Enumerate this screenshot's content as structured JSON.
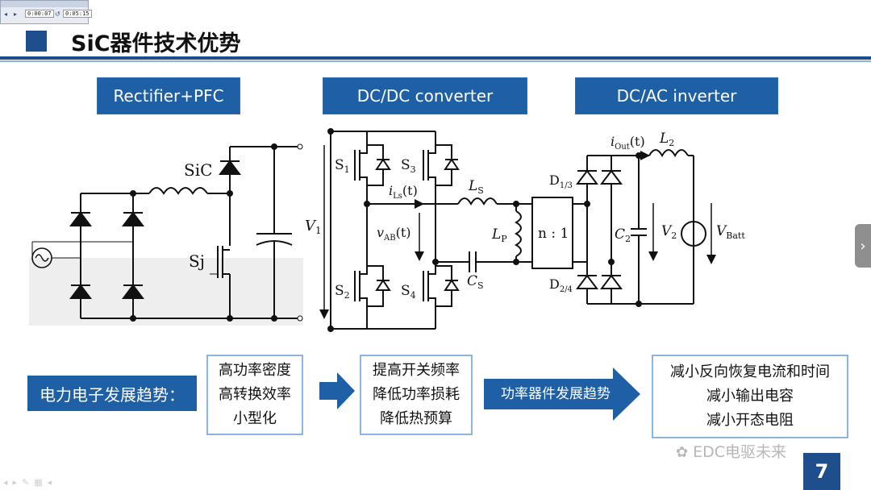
{
  "player": {
    "time_current": "0:00:07",
    "time_total": "0:05:15"
  },
  "slide": {
    "title": "SiC器件技术优势",
    "headers": {
      "rectifier": "Rectifier+PFC",
      "dcdc": "DC/DC converter",
      "dcac": "DC/AC  inverter"
    },
    "circuit_labels": {
      "sic": "SiC",
      "sj": "Sj",
      "v1": "V",
      "v1_sub": "1",
      "s1": "S",
      "s1_sub": "1",
      "s2": "S",
      "s2_sub": "2",
      "s3": "S",
      "s3_sub": "3",
      "s4": "S",
      "s4_sub": "4",
      "ils": "i",
      "ils_sub": "Ls",
      "ils_t": "(t)",
      "vab": "v",
      "vab_sub": "AB",
      "vab_t": "(t)",
      "ls": "L",
      "ls_sub": "S",
      "lp": "L",
      "lp_sub": "P",
      "cs": "C",
      "cs_sub": "S",
      "ratio": "n : 1",
      "d13": "D",
      "d13_sub": "1/3",
      "d24": "D",
      "d24_sub": "2/4",
      "iout": "i",
      "iout_sub": "Out",
      "iout_t": "(t)",
      "l2": "L",
      "l2_sub": "2",
      "c2": "C",
      "c2_sub": "2",
      "v2": "V",
      "v2_sub": "2",
      "vbatt": "V",
      "vbatt_sub": "Batt"
    },
    "trend_label": "电力电子发展趋势：",
    "box1": [
      "高功率密度",
      "高转换效率",
      "小型化"
    ],
    "box2": [
      "提高开关频率",
      "降低功率损耗",
      "降低热预算"
    ],
    "device_trend_label": "功率器件发展趋势",
    "box3": [
      "减小反向恢复电流和时间",
      "减小输出电容",
      "减小开态电阻"
    ],
    "watermark": "EDC电驱未来",
    "page_number": "7"
  },
  "colors": {
    "primary_blue": "#1f5fa6",
    "dark_blue": "#1f4e8c",
    "box_border": "#8db4dc"
  }
}
